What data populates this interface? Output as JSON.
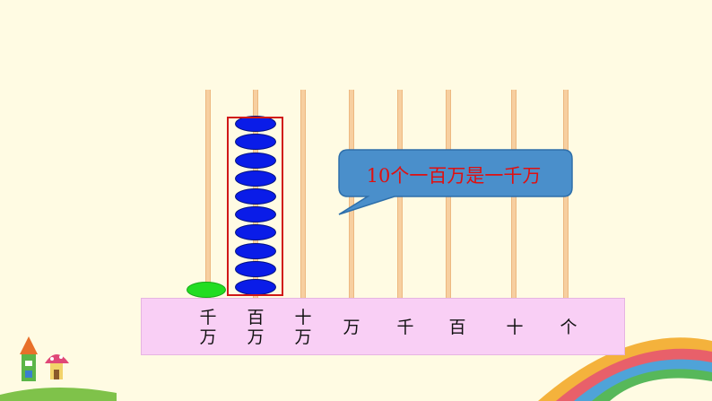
{
  "place_values": [
    {
      "id": "qianwan",
      "label": "千\n万"
    },
    {
      "id": "baiwan",
      "label": "百\n万"
    },
    {
      "id": "shiwan",
      "label": "十\n万"
    },
    {
      "id": "wan",
      "label": "万"
    },
    {
      "id": "qian",
      "label": "千"
    },
    {
      "id": "bai",
      "label": "百"
    },
    {
      "id": "shi",
      "label": "十"
    },
    {
      "id": "ge",
      "label": "个"
    }
  ],
  "beads": {
    "baiwan_count": 10,
    "qianwan_count": 1
  },
  "callout": {
    "text": "10个一百万是一千万"
  },
  "colors": {
    "background": "#FFFBE3",
    "bead_blue": "#0A1CE8",
    "bead_green": "#22DD22",
    "highlight": "#D01818",
    "callout_fill": "#4A8FCB",
    "callout_text": "#E01010"
  },
  "icons": [
    "tower-house-icon",
    "mushroom-house-icon",
    "rainbow-hills-decoration"
  ]
}
